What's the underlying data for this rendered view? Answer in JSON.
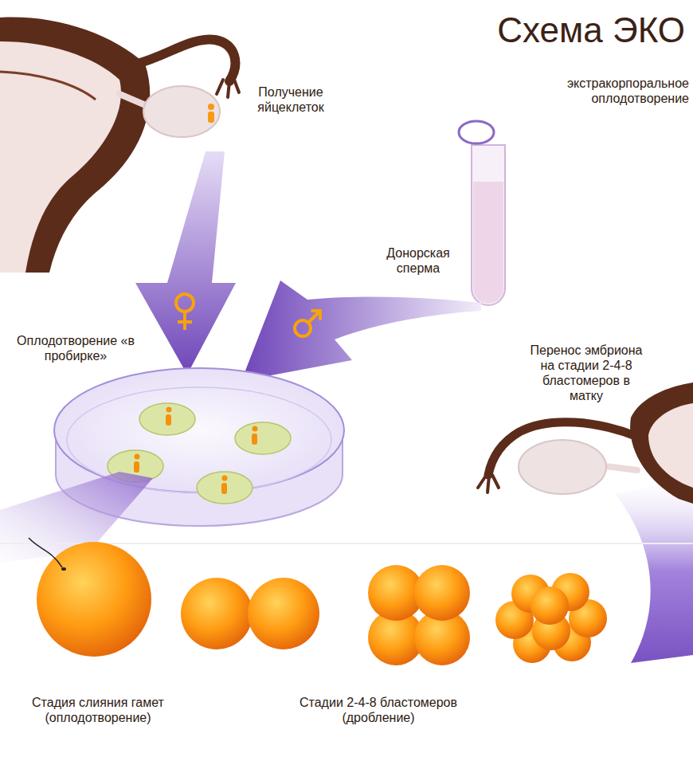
{
  "diagram": {
    "title": "Схема ЭКО",
    "labels": [
      "экстракорпоральное оплодотворение",
      "Получение яйцеклеток",
      "Донорская сперма",
      "Оплодотворение «в пробирке»",
      "Перенос эмбриона на стадии 2-4-8 бластомеров в матку",
      "Стадия слияния гамет (оплодотворение)",
      "Стадии 2-4-8 бластомеров (дробление)"
    ]
  }
}
